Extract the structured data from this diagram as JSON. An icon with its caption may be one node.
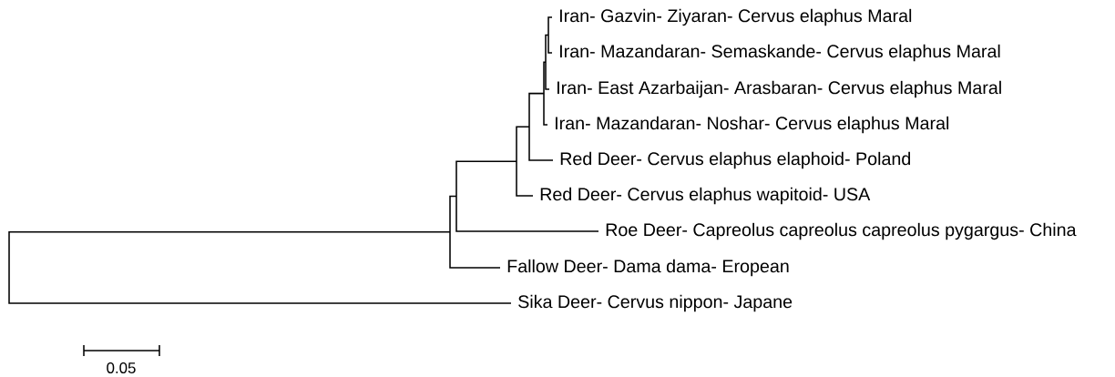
{
  "diagram": {
    "nodes": [
      {
        "text": [
          "Iran- Gazvin- Ziyaran- Cervus elaphus Maral"
        ]
      },
      {
        "text": [
          "Iran- Mazandaran- Semaskande- Cervus elaphus Maral"
        ]
      },
      {
        "text": [
          "Iran- East Azarbaijan- Arasbaran- Cervus elaphus Maral"
        ]
      },
      {
        "text": [
          "Iran- Mazandaran- Noshar- Cervus elaphus Maral"
        ]
      },
      {
        "text": [
          "Red Deer- Cervus elaphus elaphoid- Poland"
        ]
      },
      {
        "text": [
          "Red Deer- Cervus elaphus wapitoid- USA"
        ]
      },
      {
        "text": [
          "Roe Deer- Capreolus capreolus capreolus pygargus- China"
        ]
      },
      {
        "text": [
          "Fallow Deer- Dama dama- Eropean"
        ]
      },
      {
        "text": [
          "Sika Deer- Cervus nippon- Japane"
        ]
      }
    ],
    "labels": [
      "0.05"
    ]
  }
}
